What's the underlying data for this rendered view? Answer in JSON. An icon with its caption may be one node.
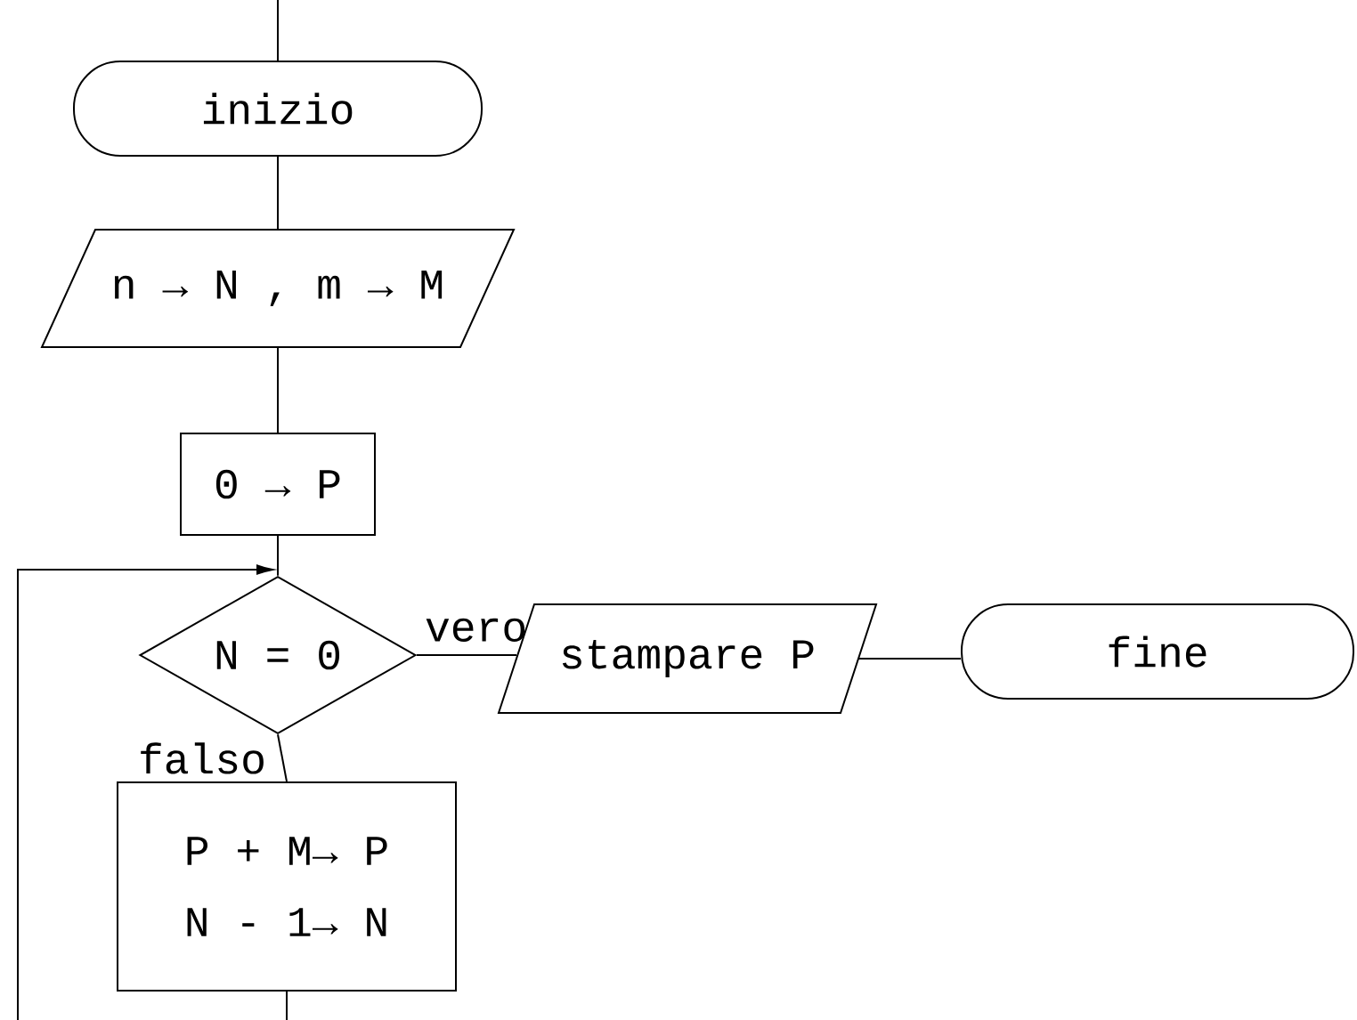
{
  "diagram": {
    "nodes": [
      {
        "text": [
          "inizio"
        ]
      },
      {
        "text": [
          "n → N , m → M"
        ]
      },
      {
        "text": [
          "0 → P"
        ]
      },
      {
        "text": [
          "N = 0"
        ]
      },
      {
        "text": [
          "stampare P"
        ]
      },
      {
        "text": [
          "fine"
        ]
      },
      {
        "text": [
          "P + M→ P",
          "N - 1→ N"
        ]
      }
    ],
    "edges": [
      {
        "from": null,
        "to": 0,
        "arrow": "none"
      },
      {
        "from": 0,
        "to": 1,
        "arrow": "none"
      },
      {
        "from": 1,
        "to": 2,
        "arrow": "none"
      },
      {
        "from": 2,
        "to": 3,
        "arrow": "none"
      },
      {
        "from": 3,
        "to": 4,
        "arrow": "none",
        "label": "vero"
      },
      {
        "from": 4,
        "to": 5,
        "arrow": "none"
      },
      {
        "from": 3,
        "to": 6,
        "arrow": "none",
        "label": "falso"
      },
      {
        "from": 6,
        "to": 3,
        "arrow": "to"
      }
    ]
  }
}
